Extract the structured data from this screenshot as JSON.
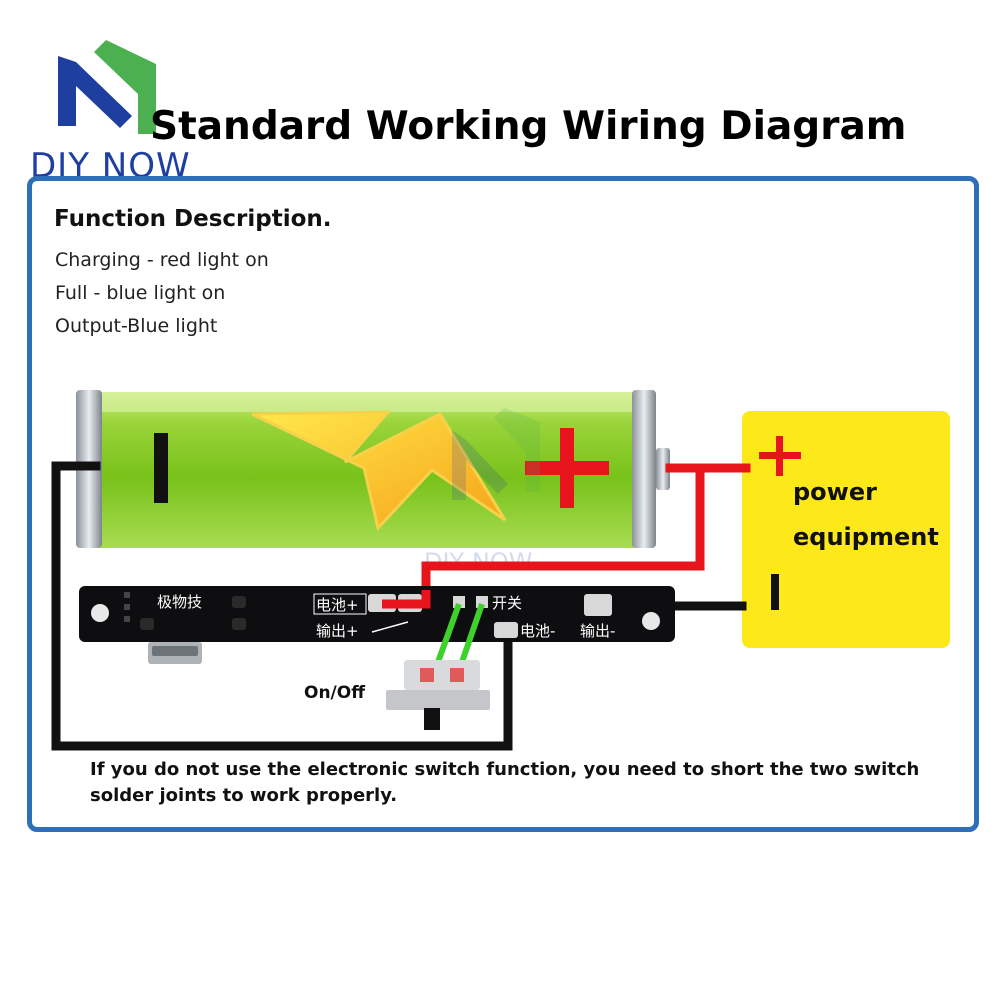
{
  "logo": {
    "text": "DIY NOW",
    "watermark": "DIY NOW",
    "colors": {
      "blue": "#1e3ea0",
      "green": "#4caf50"
    }
  },
  "title": "Standard Working Wiring Diagram",
  "function_description": {
    "heading": "Function Description.",
    "lines": [
      "Charging - red light on",
      "Full - blue light on",
      "Output-Blue light"
    ]
  },
  "battery": {
    "minus_symbol": "I",
    "plus_symbol": "+",
    "icon": "lightning-bolt-icon"
  },
  "power_equipment": {
    "line1": "power",
    "line2": "equipment",
    "plus_symbol": "+",
    "minus_symbol": "I",
    "color": "#fde81a"
  },
  "board": {
    "brand": "极物技",
    "pad_bat_plus": "电池+",
    "pad_out_plus": "输出+",
    "pad_switch": "开关",
    "pad_bat_minus": "电池-",
    "pad_out_minus": "输出-"
  },
  "switch_label": "On/Off",
  "note": "If you do not use the electronic switch function, you need to short the two switch solder joints to work properly.",
  "colors": {
    "panel_border": "#2f6fba",
    "wire_red": "#e8141c",
    "wire_black": "#111111",
    "wire_green": "#3ed12b"
  }
}
